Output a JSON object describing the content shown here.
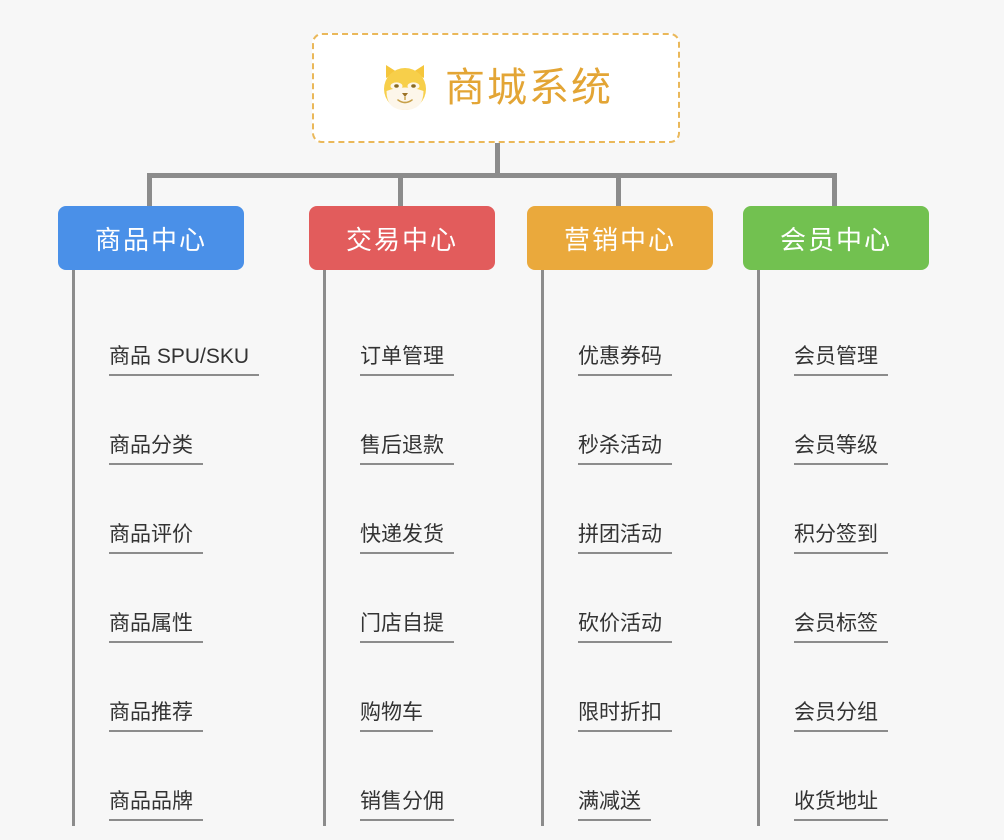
{
  "root": {
    "title": "商城系统",
    "icon": "shiba-dog-icon",
    "title_color": "#e3a535",
    "border_color": "#eab85a"
  },
  "colors": {
    "background": "#f7f7f7",
    "connector": "#8c8c8c",
    "item_text": "#333333",
    "product_center": "#4a90e8",
    "trade_center": "#e25c5c",
    "marketing_center": "#eaa93c",
    "member_center": "#72c150"
  },
  "columns": [
    {
      "title": "商品中心",
      "color": "#4a90e8",
      "items": [
        "商品 SPU/SKU",
        "商品分类",
        "商品评价",
        "商品属性",
        "商品推荐",
        "商品品牌"
      ]
    },
    {
      "title": "交易中心",
      "color": "#e25c5c",
      "items": [
        "订单管理",
        "售后退款",
        "快递发货",
        "门店自提",
        "购物车",
        "销售分佣"
      ]
    },
    {
      "title": "营销中心",
      "color": "#eaa93c",
      "items": [
        "优惠券码",
        "秒杀活动",
        "拼团活动",
        "砍价活动",
        "限时折扣",
        "满减送"
      ]
    },
    {
      "title": "会员中心",
      "color": "#72c150",
      "items": [
        "会员管理",
        "会员等级",
        "积分签到",
        "会员标签",
        "会员分组",
        "收货地址"
      ]
    }
  ]
}
